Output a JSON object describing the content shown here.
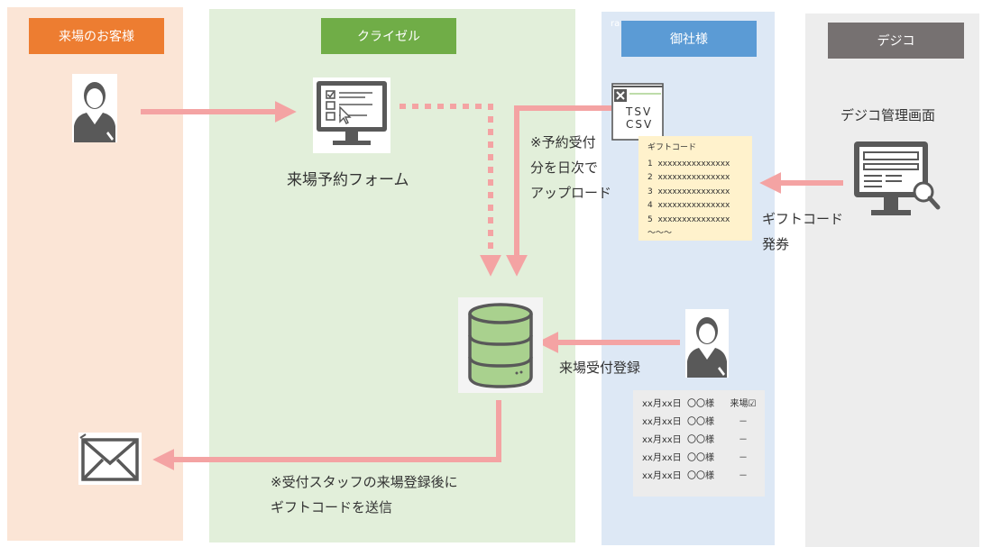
{
  "lanes": {
    "customer": {
      "label": "来場のお客様",
      "header_color": "#ed7d31",
      "bg_color": "#fbe5d6"
    },
    "kraizel": {
      "label": "クライゼル",
      "header_color": "#70ad47",
      "bg_color": "#e2efda"
    },
    "client": {
      "label": "御社様",
      "header_color": "#5b9bd5",
      "bg_color": "#dde8f5",
      "corner_text": "ra"
    },
    "digico": {
      "label": "デジコ",
      "header_color": "#767171",
      "bg_color": "#ededed"
    }
  },
  "icons": {
    "customer": "person-icon",
    "form": "form-monitor-icon",
    "database": "database-icon",
    "csv": "tsv-csv-file-icon",
    "admin_screen": "admin-monitor-icon",
    "staff": "staff-person-icon",
    "mail": "envelope-icon"
  },
  "labels": {
    "form": "来場予約フォーム",
    "daily_upload": "※予約受付\n分を日次で\nアップロード",
    "digico_admin": "デジコ管理画面",
    "gift_issue": "ギフトコード\n発券",
    "checkin": "来場受付登録",
    "send_gift": "※受付スタッフの来場登録後に\nギフトコードを送信"
  },
  "csv_file": {
    "line1": "TSV",
    "line2": "CSV",
    "badge": "x"
  },
  "gift_code_sheet": {
    "title": "ギフトコード",
    "rows": [
      "1  xxxxxxxxxxxxxxx",
      "2  xxxxxxxxxxxxxxx",
      "3  xxxxxxxxxxxxxxx",
      "4  xxxxxxxxxxxxxxx",
      "5  xxxxxxxxxxxxxxx"
    ],
    "footer": "～～～"
  },
  "visit_list": {
    "rows": [
      {
        "date": "xx月xx日",
        "name": "〇〇様",
        "status": "来場☑"
      },
      {
        "date": "xx月xx日",
        "name": "〇〇様",
        "status": "－"
      },
      {
        "date": "xx月xx日",
        "name": "〇〇様",
        "status": "－"
      },
      {
        "date": "xx月xx日",
        "name": "〇〇様",
        "status": "－"
      },
      {
        "date": "xx月xx日",
        "name": "〇〇様",
        "status": "－"
      }
    ]
  },
  "colors": {
    "arrow": "#f4a3a3",
    "icon_gray": "#595959",
    "db_green": "#a9d18e",
    "paper": "#fff2cc"
  }
}
